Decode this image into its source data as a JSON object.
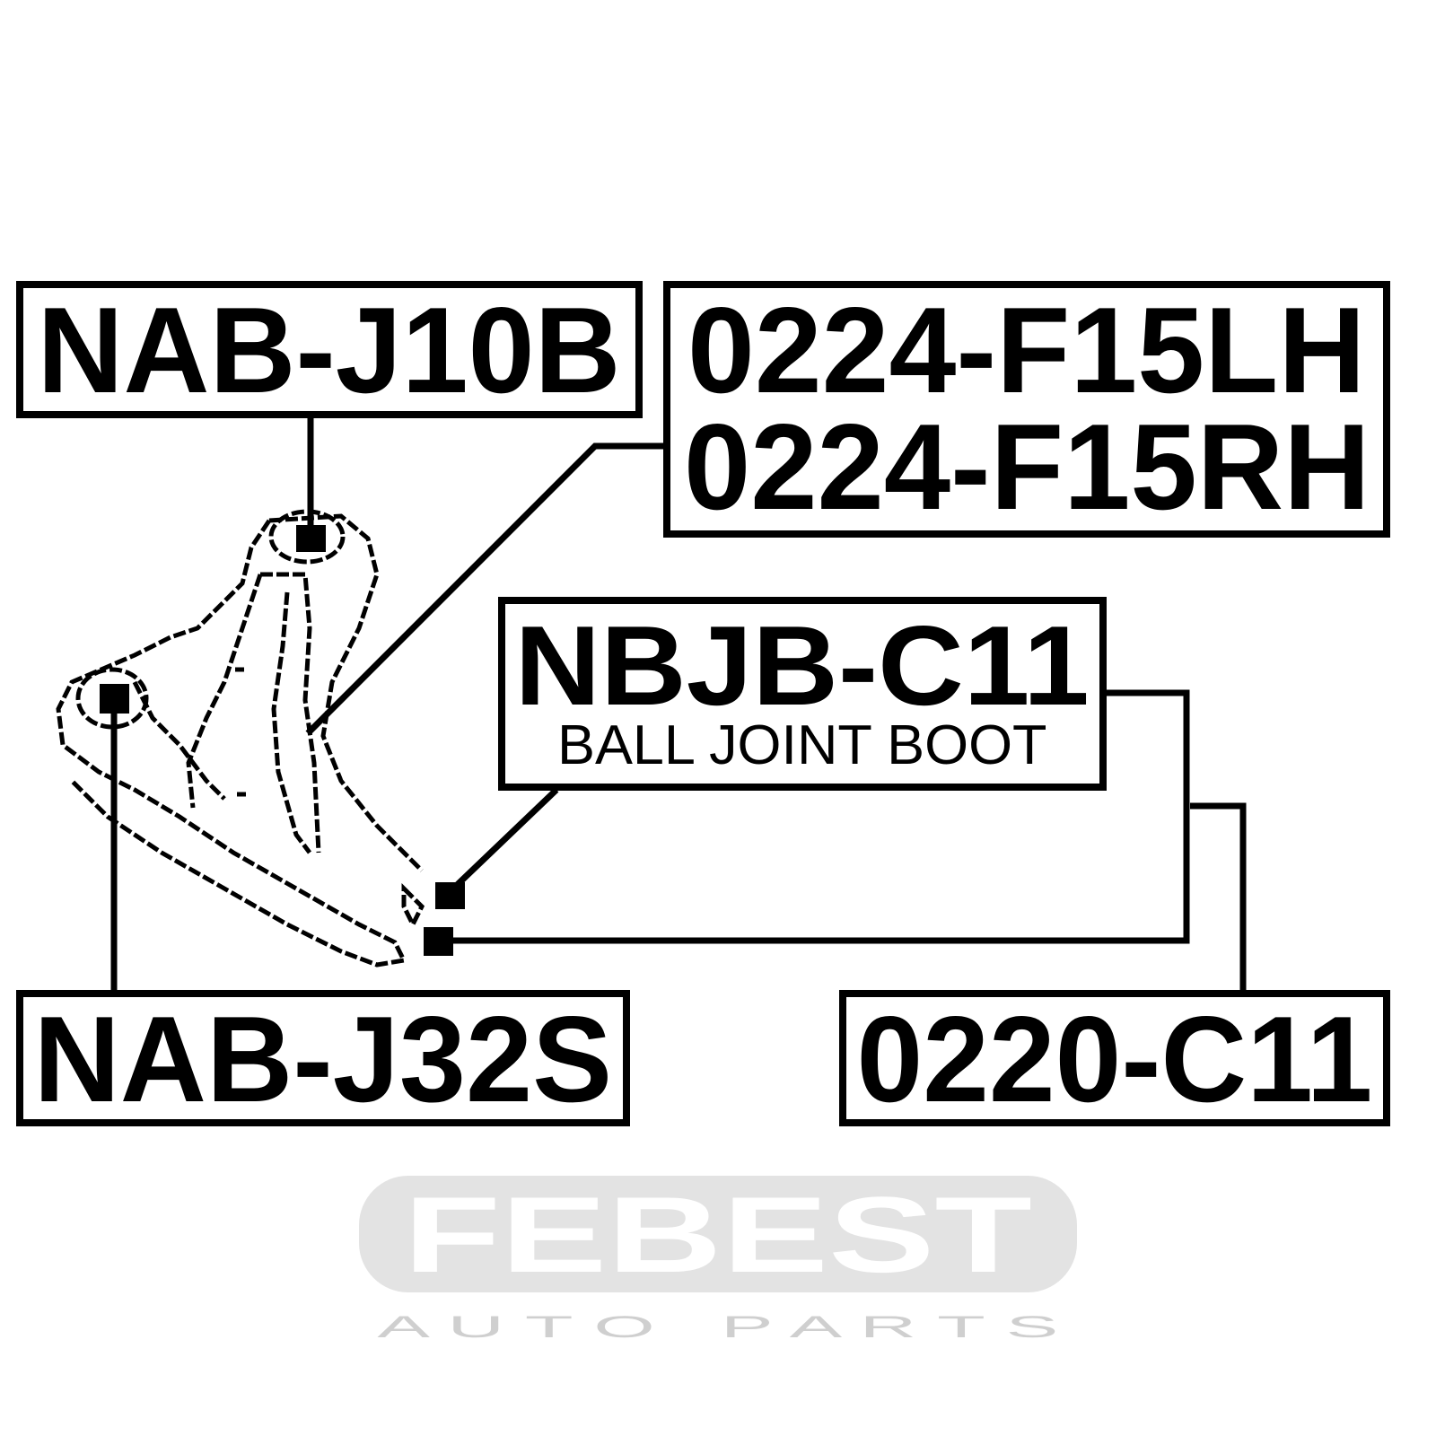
{
  "watermark": {
    "brand": "FEBEST",
    "tagline": "A U T O   P A R T S"
  },
  "parts": [
    {
      "number": "NAB-J10B"
    },
    {
      "number": "0224-F15LH",
      "number2": "0224-F15RH"
    },
    {
      "number": "NBJB-C11",
      "description": "BALL JOINT BOOT"
    },
    {
      "number": "NAB-J32S"
    },
    {
      "number": "0220-C11"
    }
  ],
  "colors": {
    "ink": "#000000",
    "watermark": "#e0e0e0",
    "background": "#ffffff"
  }
}
